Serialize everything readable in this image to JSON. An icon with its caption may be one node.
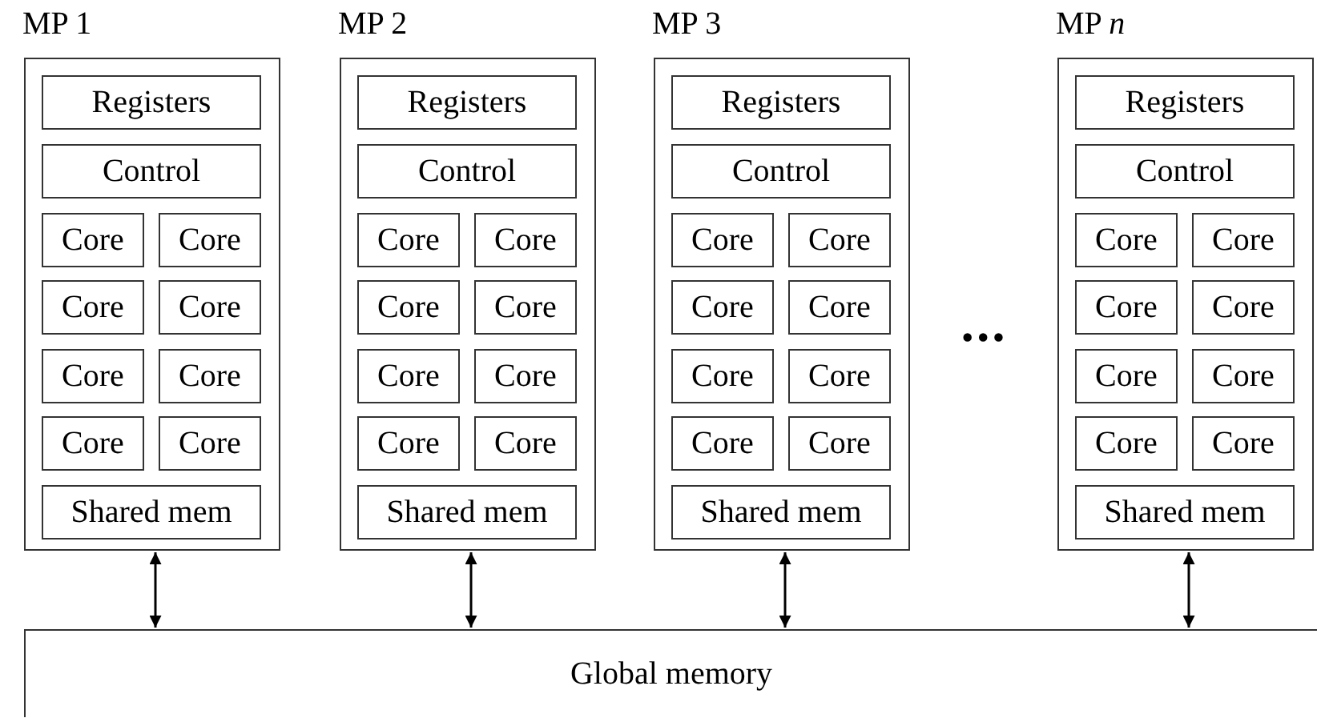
{
  "diagram": {
    "nodes": [
      {
        "text": [
          "MP 1"
        ]
      },
      {
        "text": [
          "Registers"
        ],
        "in": 0
      },
      {
        "text": [
          "Control"
        ],
        "in": 0
      },
      {
        "text": [
          "Core"
        ],
        "in": 0
      },
      {
        "text": [
          "Core"
        ],
        "in": 0
      },
      {
        "text": [
          "Core"
        ],
        "in": 0
      },
      {
        "text": [
          "Core"
        ],
        "in": 0
      },
      {
        "text": [
          "Core"
        ],
        "in": 0
      },
      {
        "text": [
          "Core"
        ],
        "in": 0
      },
      {
        "text": [
          "Core"
        ],
        "in": 0
      },
      {
        "text": [
          "Core"
        ],
        "in": 0
      },
      {
        "text": [
          "Shared mem"
        ],
        "in": 0
      },
      {
        "text": [
          "MP 2"
        ]
      },
      {
        "text": [
          "Registers"
        ],
        "in": 12
      },
      {
        "text": [
          "Control"
        ],
        "in": 12
      },
      {
        "text": [
          "Core"
        ],
        "in": 12
      },
      {
        "text": [
          "Core"
        ],
        "in": 12
      },
      {
        "text": [
          "Core"
        ],
        "in": 12
      },
      {
        "text": [
          "Core"
        ],
        "in": 12
      },
      {
        "text": [
          "Core"
        ],
        "in": 12
      },
      {
        "text": [
          "Core"
        ],
        "in": 12
      },
      {
        "text": [
          "Core"
        ],
        "in": 12
      },
      {
        "text": [
          "Core"
        ],
        "in": 12
      },
      {
        "text": [
          "Shared mem"
        ],
        "in": 12
      },
      {
        "text": [
          "MP 3"
        ]
      },
      {
        "text": [
          "Registers"
        ],
        "in": 24
      },
      {
        "text": [
          "Control"
        ],
        "in": 24
      },
      {
        "text": [
          "Core"
        ],
        "in": 24
      },
      {
        "text": [
          "Core"
        ],
        "in": 24
      },
      {
        "text": [
          "Core"
        ],
        "in": 24
      },
      {
        "text": [
          "Core"
        ],
        "in": 24
      },
      {
        "text": [
          "Core"
        ],
        "in": 24
      },
      {
        "text": [
          "Core"
        ],
        "in": 24
      },
      {
        "text": [
          "Core"
        ],
        "in": 24
      },
      {
        "text": [
          "Core"
        ],
        "in": 24
      },
      {
        "text": [
          "Shared mem"
        ],
        "in": 24
      },
      {
        "text": [
          "MP *n*"
        ]
      },
      {
        "text": [
          "Registers"
        ],
        "in": 36
      },
      {
        "text": [
          "Control"
        ],
        "in": 36
      },
      {
        "text": [
          "Core"
        ],
        "in": 36
      },
      {
        "text": [
          "Core"
        ],
        "in": 36
      },
      {
        "text": [
          "Core"
        ],
        "in": 36
      },
      {
        "text": [
          "Core"
        ],
        "in": 36
      },
      {
        "text": [
          "Core"
        ],
        "in": 36
      },
      {
        "text": [
          "Core"
        ],
        "in": 36
      },
      {
        "text": [
          "Core"
        ],
        "in": 36
      },
      {
        "text": [
          "Core"
        ],
        "in": 36
      },
      {
        "text": [
          "Shared mem"
        ],
        "in": 36
      },
      {
        "text": [
          "Global memory"
        ]
      }
    ],
    "edges": [
      {
        "from": 0,
        "to": 48,
        "arrow": "both"
      },
      {
        "from": 12,
        "to": 48,
        "arrow": "both"
      },
      {
        "from": 24,
        "to": 48,
        "arrow": "both"
      },
      {
        "from": 36,
        "to": 48,
        "arrow": "both"
      }
    ],
    "labels": [
      "•••"
    ]
  }
}
